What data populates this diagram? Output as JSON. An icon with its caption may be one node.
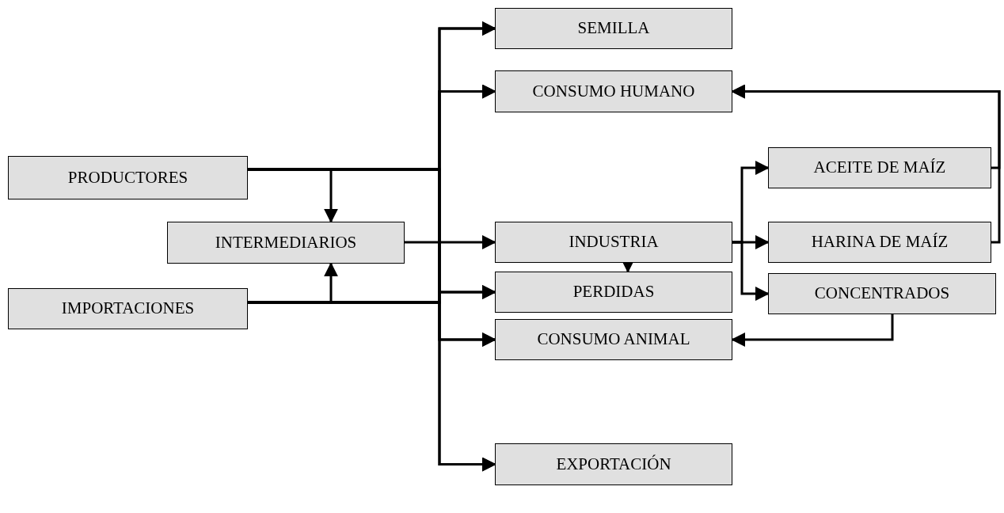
{
  "diagram": {
    "nodes": [
      {
        "text": [
          "PRODUCTORES"
        ]
      },
      {
        "text": [
          "INTERMEDIARIOS"
        ]
      },
      {
        "text": [
          "IMPORTACIONES"
        ]
      },
      {
        "text": [
          "SEMILLA"
        ]
      },
      {
        "text": [
          "CONSUMO HUMANO"
        ]
      },
      {
        "text": [
          "ACEITE DE MAÍZ"
        ]
      },
      {
        "text": [
          "INDUSTRIA"
        ]
      },
      {
        "text": [
          "HARINA DE MAÍZ"
        ]
      },
      {
        "text": [
          "PERDIDAS"
        ]
      },
      {
        "text": [
          "CONCENTRADOS"
        ]
      },
      {
        "text": [
          "CONSUMO ANIMAL"
        ]
      },
      {
        "text": [
          "EXPORTACIÓN"
        ]
      }
    ],
    "edges": [
      {
        "from": 0,
        "to": 3,
        "arrow": "to"
      },
      {
        "from": 0,
        "to": 4,
        "arrow": "to"
      },
      {
        "from": 0,
        "to": 8,
        "arrow": "to"
      },
      {
        "from": 0,
        "to": 10,
        "arrow": "to"
      },
      {
        "from": 0,
        "to": 11,
        "arrow": "to"
      },
      {
        "from": 0,
        "to": 1,
        "arrow": "to"
      },
      {
        "from": 2,
        "to": 3,
        "arrow": "to"
      },
      {
        "from": 2,
        "to": 4,
        "arrow": "to"
      },
      {
        "from": 2,
        "to": 8,
        "arrow": "to"
      },
      {
        "from": 2,
        "to": 10,
        "arrow": "to"
      },
      {
        "from": 2,
        "to": 11,
        "arrow": "to"
      },
      {
        "from": 2,
        "to": 1,
        "arrow": "to"
      },
      {
        "from": 1,
        "to": 6,
        "arrow": "to"
      },
      {
        "from": 6,
        "to": 8,
        "arrow": "to"
      },
      {
        "from": 6,
        "to": 5,
        "arrow": "to"
      },
      {
        "from": 6,
        "to": 7,
        "arrow": "to"
      },
      {
        "from": 6,
        "to": 9,
        "arrow": "to"
      },
      {
        "from": 5,
        "to": 4,
        "arrow": "to"
      },
      {
        "from": 7,
        "to": 4,
        "arrow": "to"
      },
      {
        "from": 9,
        "to": 10,
        "arrow": "to"
      }
    ]
  }
}
